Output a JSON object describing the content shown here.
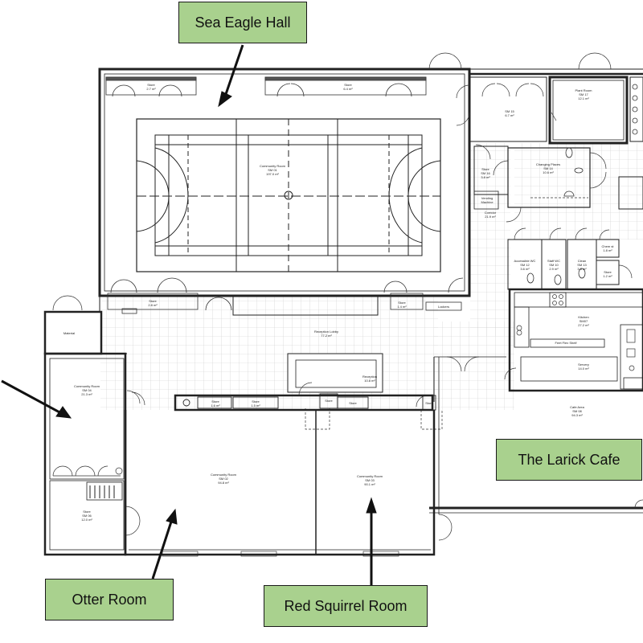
{
  "callouts": {
    "sea_eagle": "Sea Eagle Hall",
    "larick": "The Larick Cafe",
    "otter": "Otter Room",
    "squirrel": "Red Squirrel Room"
  },
  "rooms": {
    "community_main": [
      "Community Room",
      "SM 01",
      "197.0 m²"
    ],
    "community_left": [
      "Community Room",
      "SM 04",
      "21.3 m²"
    ],
    "community_otter": [
      "Community Room",
      "SM 02",
      "94.8 m²"
    ],
    "community_squirrel": [
      "Community Room",
      "SM 03",
      "90.1 m²"
    ],
    "reception_lobby": [
      "Reception Lobby",
      "77.2 m²"
    ],
    "reception": [
      "Reception",
      "10.8 m²"
    ],
    "kitchen": [
      "Kitchen",
      "SM07",
      "27.2 m²"
    ],
    "servery": [
      "Servery",
      "14.0 m²"
    ],
    "cafe_area": [
      "Cafe Area",
      "SM 08",
      "94.3 m²"
    ],
    "plant_room": [
      "Plant Room",
      "SM 17",
      "12.1 m²"
    ],
    "changing": [
      "Changing Places",
      "SM 14",
      "10.6 m²"
    ],
    "corridor": [
      "Corridor",
      "21.9 m²"
    ],
    "vending": [
      "Vending",
      "Machine"
    ],
    "store_top_left": [
      "Store",
      "2.7 m²"
    ],
    "store_top_mid": [
      "Store",
      "6.4 m²"
    ],
    "store_upper_right": [
      "SM 15",
      "6.7 m²"
    ],
    "store_side": [
      "Store",
      "SM 16",
      "3.8 m²"
    ],
    "store_bottom_left": [
      "Store",
      "2.8 m²"
    ],
    "store_bottom_right": [
      "Store",
      "1.4 m²"
    ],
    "store_row_1": [
      "Store",
      "1.6 m²"
    ],
    "store_row_2": [
      "Store",
      "1.5 m²"
    ],
    "store_row_3": "Store",
    "store_row_4": "Store",
    "store_otter": [
      "Store",
      "SM 06",
      "12.0 m²"
    ],
    "accessible_wc": [
      "Accessible WC",
      "SM 12",
      "3.6 m²"
    ],
    "staff_wc": [
      "Staff WC",
      "SM 10",
      "2.9 m²"
    ],
    "cleaner": [
      "Clean",
      "SM 13",
      "3.3 m²"
    ],
    "chem": [
      "Chem st",
      "1.8 m²"
    ],
    "store_small": [
      "Store",
      "1.2 m²"
    ],
    "lockers": "Lockers",
    "material": "Material",
    "store_right_tiny": "Store",
    "feet_flex_shelf": "Feet Flex Shelf"
  }
}
